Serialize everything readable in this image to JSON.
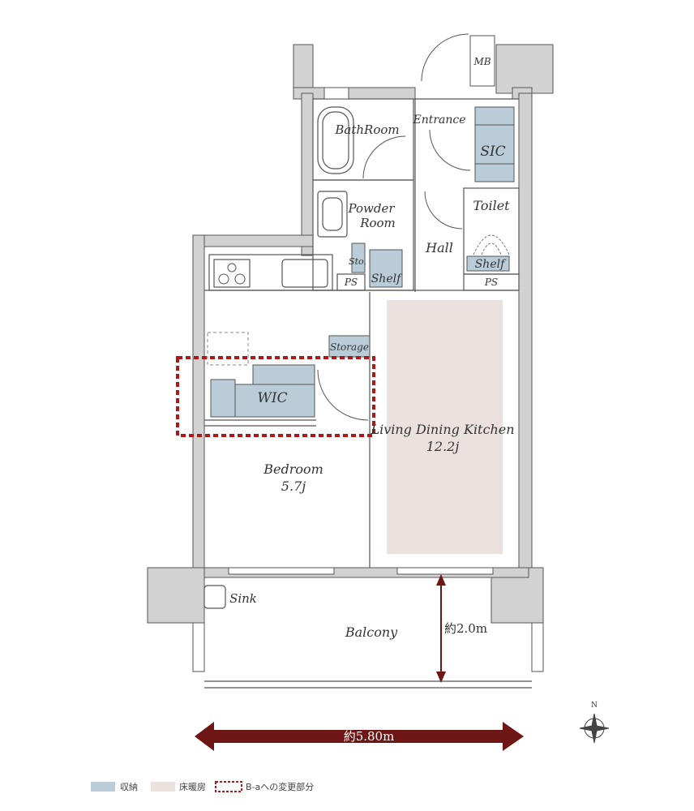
{
  "colors": {
    "storage": "#b9ccd7",
    "floor_heating": "#ebe2df",
    "change_marker": "#b01818",
    "dimension": "#6e1515",
    "wall": "#d2d2d2",
    "line": "#444444"
  },
  "rooms": {
    "mb": "MB",
    "entrance": "Entrance",
    "bathroom": "BathRoom",
    "sic": "SIC",
    "powder_room_line1": "Powder",
    "powder_room_line2": "Room",
    "toilet": "Toilet",
    "toilet_shelf": "Shelf",
    "sto": "Sto.",
    "powder_shelf": "Shelf",
    "hall": "Hall",
    "ps_left": "PS",
    "ps_right": "PS",
    "storage": "Storage",
    "wic": "WIC",
    "ldk_name": "Living Dining Kitchen",
    "ldk_size": "12.2j",
    "bedroom_name": "Bedroom",
    "bedroom_size": "5.7j",
    "sink": "Sink",
    "balcony": "Balcony"
  },
  "dimensions": {
    "balcony_depth": "約2.0m",
    "width": "約5.80m"
  },
  "compass": {
    "north_label": "N",
    "icon": "compass-rose-icon"
  },
  "legend": {
    "storage_label": "収納",
    "floor_heating_label": "床暖房",
    "change_label": "B-aへの変更部分"
  }
}
